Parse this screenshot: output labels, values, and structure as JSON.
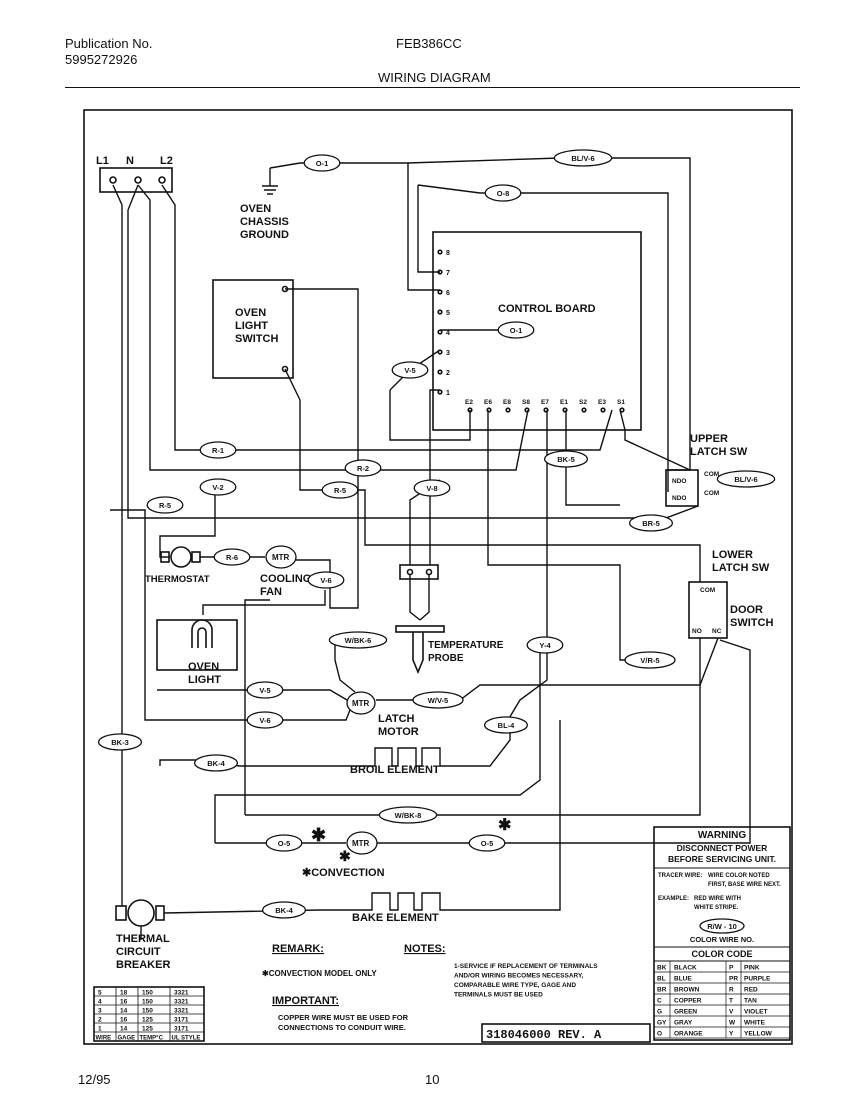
{
  "header": {
    "pub_label": "Publication No.",
    "pub_number": "5995272926",
    "model": "FEB386CC",
    "title": "WIRING DIAGRAM"
  },
  "footer": {
    "date": "12/95",
    "page": "10"
  },
  "terminals": [
    "L1",
    "N",
    "L2"
  ],
  "components": {
    "ground": "OVEN\nCHASSIS\nGROUND",
    "light_switch": "OVEN\nLIGHT\nSWITCH",
    "control_board": "CONTROL BOARD",
    "upper_latch": "UPPER\nLATCH SW",
    "lower_latch": "LOWER\nLATCH SW",
    "door_switch": "DOOR\nSWITCH",
    "thermostat": "THERMOSTAT",
    "cooling_fan": "COOLING\nFAN",
    "temp_probe": "TEMPERATURE\nPROBE",
    "oven_light": "OVEN\nLIGHT",
    "latch_motor": "LATCH\nMOTOR",
    "broil": "BROIL ELEMENT",
    "convection": "✱CONVECTION",
    "bake": "BAKE ELEMENT",
    "breaker": "THERMAL\nCIRCUIT\nBREAKER",
    "mtr": "MTR",
    "com": "COM",
    "no": "NO",
    "nc": "NC",
    "ndo": "NDO"
  },
  "board_pins_left": [
    "8",
    "7",
    "6",
    "5",
    "4",
    "3",
    "2",
    "1"
  ],
  "board_pins_bottom": [
    "E2",
    "E6",
    "E8",
    "S8",
    "E7",
    "E1",
    "S2",
    "E3",
    "S1"
  ],
  "wire_labels": {
    "o1": "O-1",
    "blv6": "BL/V-6",
    "o8": "O-8",
    "o1b": "O-1",
    "v5": "V-5",
    "r1": "R-1",
    "r2": "R-2",
    "r5": "R-5",
    "v2": "V-2",
    "v8": "V-8",
    "bk5": "BK-5",
    "blv6b": "BL/V-6",
    "br5": "BR-5",
    "r5b": "R-5",
    "r6": "R-6",
    "v6": "V-6",
    "wbk6": "W/BK-6",
    "y4": "Y-4",
    "vr5": "V/R-5",
    "v5b": "V-5",
    "wv5": "W/V-5",
    "v6b": "V-6",
    "bl4": "BL-4",
    "bk3": "BK-3",
    "bk4": "BK-4",
    "wbk8": "W/BK-8",
    "o5": "O-5",
    "o5b": "O-5",
    "bk4b": "BK-4"
  },
  "remarks": {
    "remark_title": "REMARK:",
    "remark_text": "✱CONVECTION MODEL ONLY",
    "notes_title": "NOTES:",
    "notes_text": [
      "1-SERVICE IF REPLACEMENT OF TERMINALS",
      "AND/OR WIRING BECOMES NECESSARY,",
      "COMPARABLE WIRE TYPE, GAGE AND",
      "TERMINALS MUST BE USED"
    ],
    "important_title": "IMPORTANT:",
    "important_text": [
      "COPPER WIRE MUST BE USED FOR",
      "CONNECTIONS TO CONDUIT WIRE."
    ],
    "rev": "318046000 REV. A"
  },
  "wire_table": {
    "headers": [
      "WIRE",
      "GAGE",
      "TEMP°C",
      "UL STYLE"
    ],
    "rows": [
      [
        "5",
        "18",
        "150",
        "3321"
      ],
      [
        "4",
        "16",
        "150",
        "3321"
      ],
      [
        "3",
        "14",
        "150",
        "3321"
      ],
      [
        "2",
        "16",
        "125",
        "3171"
      ],
      [
        "1",
        "14",
        "125",
        "3171"
      ]
    ]
  },
  "warning": {
    "title": "WARNING",
    "lines": [
      "DISCONNECT POWER",
      "BEFORE SERVICING UNIT."
    ],
    "tracer_label": "TRACER WIRE:",
    "tracer_text": [
      "WIRE COLOR NOTED",
      "FIRST, BASE WIRE NEXT."
    ],
    "example_label": "EXAMPLE:",
    "example_text": [
      "RED WIRE WITH",
      "WHITE STRIPE."
    ],
    "example_code": "R/W - 10",
    "color_wire_no": "COLOR WIRE NO.",
    "color_code_title": "COLOR CODE",
    "codes": [
      [
        "BK",
        "BLACK",
        "P",
        "PINK"
      ],
      [
        "BL",
        "BLUE",
        "PR",
        "PURPLE"
      ],
      [
        "BR",
        "BROWN",
        "R",
        "RED"
      ],
      [
        "C",
        "COPPER",
        "T",
        "TAN"
      ],
      [
        "G",
        "GREEN",
        "V",
        "VIOLET"
      ],
      [
        "GY",
        "GRAY",
        "W",
        "WHITE"
      ],
      [
        "O",
        "ORANGE",
        "Y",
        "YELLOW"
      ]
    ]
  }
}
